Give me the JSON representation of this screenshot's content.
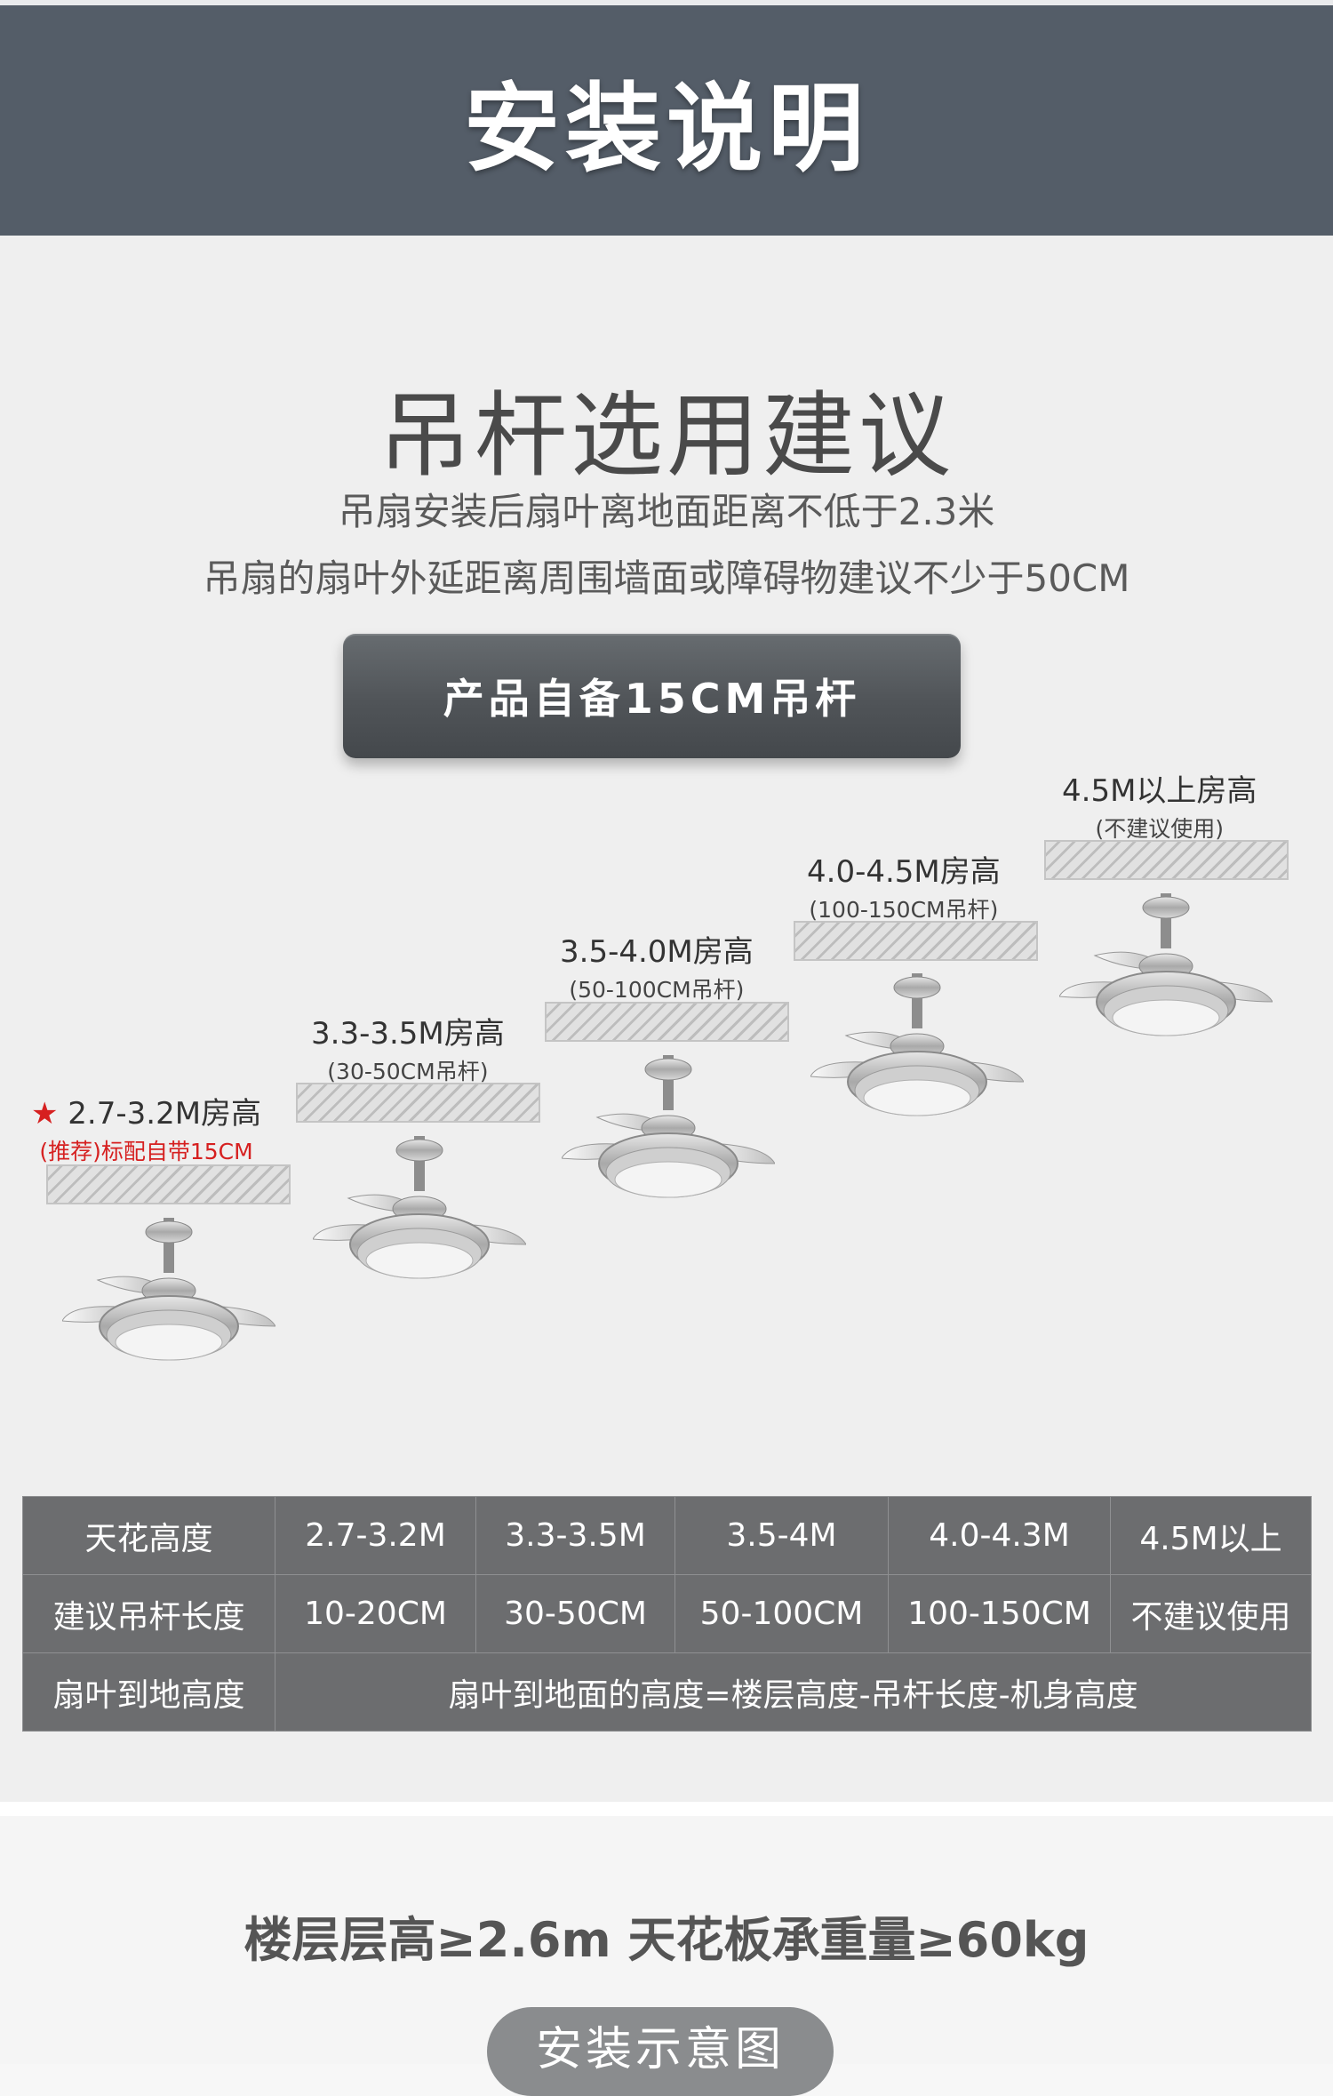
{
  "header": {
    "title": "安装说明"
  },
  "rod_section": {
    "title": "吊杆选用建议",
    "lines": [
      "吊扇安装后扇叶离地面距离不低于2.3米",
      "吊扇的扇叶外延距离周围墙面或障碍物建议不少于50CM"
    ],
    "badge": "产品自备15CM吊杆"
  },
  "steps": [
    {
      "star": "★",
      "label": "2.7-3.2M房高",
      "note": "(推荐)标配自带15CM"
    },
    {
      "label": "3.3-3.5M房高",
      "note": "(30-50CM吊杆)"
    },
    {
      "label": "3.5-4.0M房高",
      "note": "(50-100CM吊杆)"
    },
    {
      "label": "4.0-4.5M房高",
      "note": "(100-150CM吊杆)"
    },
    {
      "label": "4.5M以上房高",
      "note": "(不建议使用)"
    }
  ],
  "table": {
    "rows": [
      {
        "head": "天花高度",
        "cells": [
          "2.7-3.2M",
          "3.3-3.5M",
          "3.5-4M",
          "4.0-4.3M",
          "4.5M以上"
        ]
      },
      {
        "head": "建议吊杆长度",
        "cells": [
          "10-20CM",
          "30-50CM",
          "50-100CM",
          "100-150CM",
          "不建议使用"
        ]
      },
      {
        "head": "扇叶到地高度",
        "merged": "扇叶到地面的高度=楼层高度-吊杆长度-机身高度"
      }
    ]
  },
  "requirements": {
    "text": "楼层层高≥2.6m 天花板承重量≥60kg",
    "button": "安装示意图"
  },
  "colors": {
    "header": "#545d68",
    "table": "#6c6d6f",
    "accent_red": "#d62020"
  }
}
